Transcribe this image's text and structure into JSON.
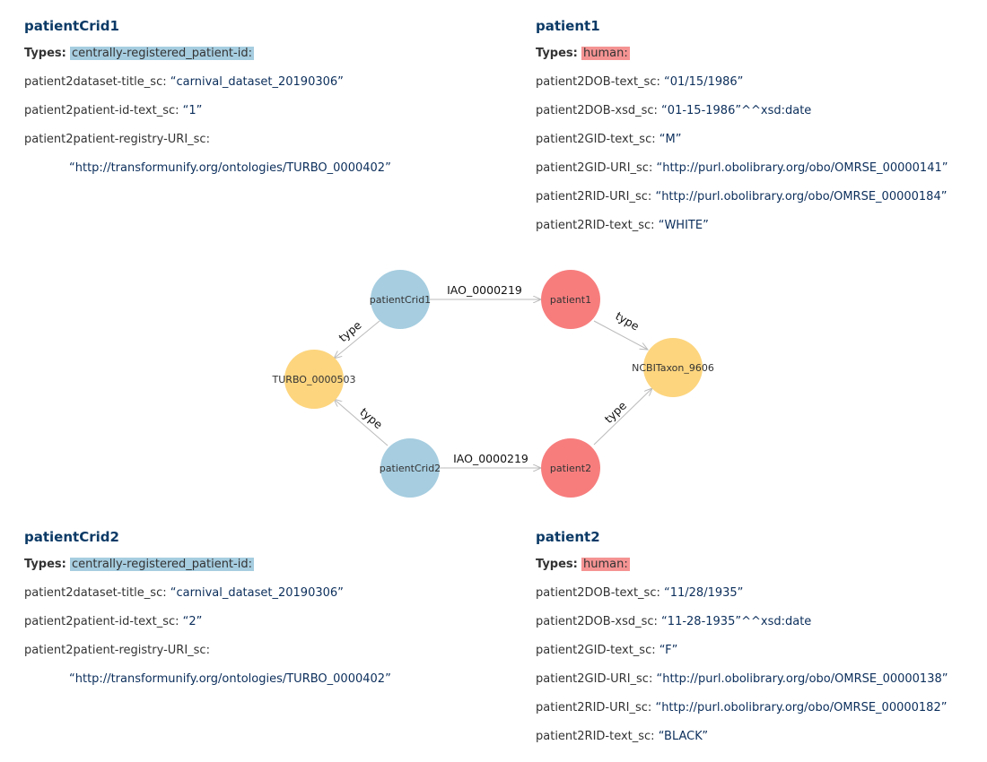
{
  "cards": {
    "crid1": {
      "title": "patientCrid1",
      "types_label": "Types:",
      "type_value": "centrally-registered_patient-id:",
      "props": [
        {
          "key": "patient2dataset-title_sc:",
          "value": "carnival_dataset_20190306"
        },
        {
          "key": "patient2patient-id-text_sc:",
          "value": "1"
        },
        {
          "key": "patient2patient-registry-URI_sc:",
          "value": "http://transformunify.org/ontologies/TURBO_0000402"
        }
      ]
    },
    "patient1": {
      "title": "patient1",
      "types_label": "Types:",
      "type_value": "human:",
      "props": [
        {
          "key": "patient2DOB-text_sc:",
          "value": "01/15/1986"
        },
        {
          "key": "patient2DOB-xsd_sc:",
          "value": "01-15-1986",
          "suffix": "^^xsd:date"
        },
        {
          "key": "patient2GID-text_sc:",
          "value": "M"
        },
        {
          "key": "patient2GID-URI_sc:",
          "value": "http://purl.obolibrary.org/obo/OMRSE_00000141"
        },
        {
          "key": "patient2RID-URI_sc:",
          "value": "http://purl.obolibrary.org/obo/OMRSE_00000184"
        },
        {
          "key": "patient2RID-text_sc:",
          "value": "WHITE"
        }
      ]
    },
    "crid2": {
      "title": "patientCrid2",
      "types_label": "Types:",
      "type_value": "centrally-registered_patient-id:",
      "props": [
        {
          "key": "patient2dataset-title_sc:",
          "value": "carnival_dataset_20190306"
        },
        {
          "key": "patient2patient-id-text_sc:",
          "value": "2"
        },
        {
          "key": "patient2patient-registry-URI_sc:",
          "value": "http://transformunify.org/ontologies/TURBO_0000402"
        }
      ]
    },
    "patient2": {
      "title": "patient2",
      "types_label": "Types:",
      "type_value": "human:",
      "props": [
        {
          "key": "patient2DOB-text_sc:",
          "value": "11/28/1935"
        },
        {
          "key": "patient2DOB-xsd_sc:",
          "value": "11-28-1935",
          "suffix": "^^xsd:date"
        },
        {
          "key": "patient2GID-text_sc:",
          "value": "F"
        },
        {
          "key": "patient2GID-URI_sc:",
          "value": "http://purl.obolibrary.org/obo/OMRSE_00000138"
        },
        {
          "key": "patient2RID-URI_sc:",
          "value": "http://purl.obolibrary.org/obo/OMRSE_00000182"
        },
        {
          "key": "patient2RID-text_sc:",
          "value": "BLACK"
        }
      ]
    }
  },
  "graph": {
    "colors": {
      "registry_id": "#a6cde0",
      "human": "#f77d7d",
      "class": "#fdd57e",
      "edge": "#bbbbbb"
    },
    "nodes": {
      "patientCrid1": "patientCrid1",
      "patient1": "patient1",
      "turbo": "TURBO_0000503",
      "ncbi": "NCBITaxon_9606",
      "patientCrid2": "patientCrid2",
      "patient2": "patient2"
    },
    "edges": {
      "crid1_p1": "IAO_0000219",
      "crid2_p2": "IAO_0000219",
      "crid1_type": "type",
      "crid2_type": "type",
      "p1_type": "type",
      "p2_type": "type"
    }
  }
}
